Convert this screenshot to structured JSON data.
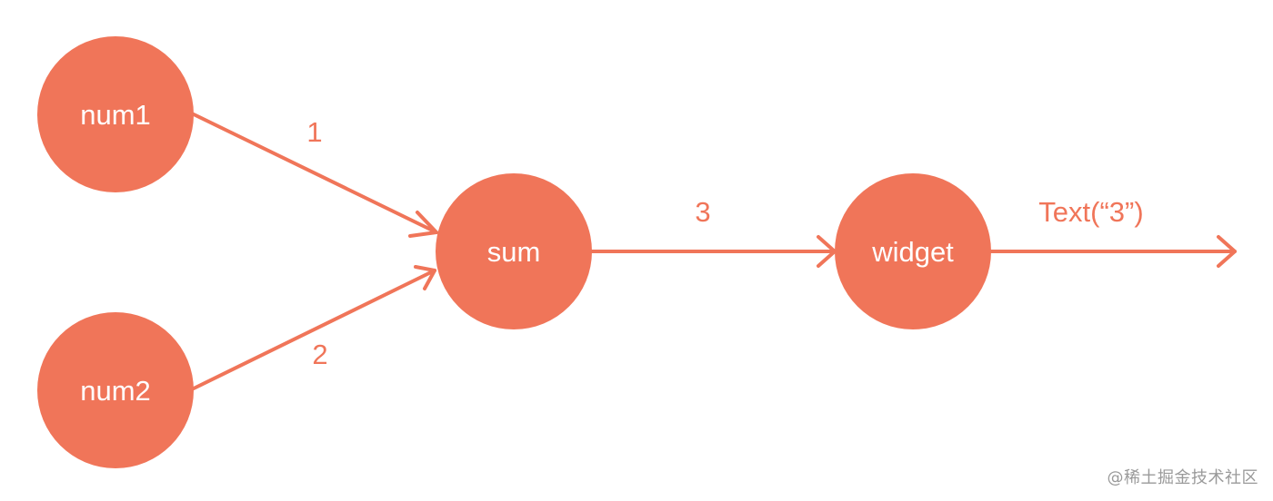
{
  "colors": {
    "node": "#F07559",
    "edge": "#F07559",
    "node_text": "#FFFFFF",
    "watermark": "#9A9A9A"
  },
  "nodes": {
    "num1": "num1",
    "num2": "num2",
    "sum": "sum",
    "widget": "widget"
  },
  "edges": {
    "num1_to_sum": "1",
    "num2_to_sum": "2",
    "sum_to_widget": "3",
    "widget_output": "Text(“3”)"
  },
  "watermark": "@稀土掘金技术社区"
}
